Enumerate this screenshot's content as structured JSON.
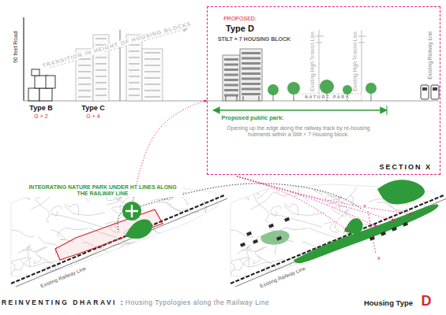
{
  "diagram": {
    "nodes": [
      {
        "text": [
          "SECTION X"
        ]
      }
    ],
    "labels": [
      "TRANSITION IN HEIGHT OF HOUSING BLOCKS",
      "90 feet Road",
      "Type B",
      "G + 2",
      "Type C",
      "G + 4",
      "PROPOSED:",
      "Type D",
      "STILT + 7 HOUSING BLOCK",
      "Existing High Tension Line",
      "Existing High Tension Line",
      "Existing Railway Line",
      "NATURE PARK",
      "Proposed public park:",
      "Opening up the edge along the railway track by re-housing hutments within a Stilt + 7 Housing block.",
      "INTEGRATING NATURE PARK UNDER HT LINES ALONG THE RAILWAY LINE",
      "x",
      "x",
      "Existing Railway Line",
      "Existing Railway Line",
      "REINVENTING DHARAVI :",
      "Housing Typologies along the Railway Line",
      "Housing Type",
      "D"
    ]
  }
}
